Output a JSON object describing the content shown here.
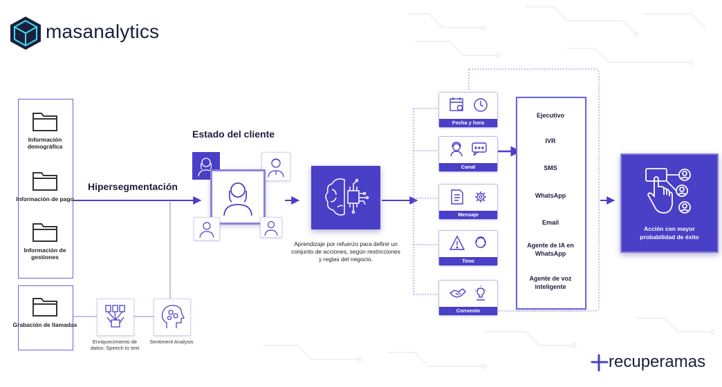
{
  "brand": {
    "name": "masanalytics",
    "partner": "recuperamas"
  },
  "sources": [
    {
      "label": "Información demográfica"
    },
    {
      "label": "Información de pago"
    },
    {
      "label": "Información de gestiones"
    },
    {
      "label": "Grabación de llamadas"
    }
  ],
  "enrichment": {
    "label": "Enriquecimiento de datos: Speech to text"
  },
  "sentiment": {
    "label": "Sentiment Analysis"
  },
  "hypersegmentation": {
    "label": "Hipersegmentación"
  },
  "client_state": {
    "label": "Estado del cliente"
  },
  "ai": {
    "caption": "Aprendizaje por refuerzo para definir un conjunto de acciones, según restricciones y reglas del negocio."
  },
  "channels": [
    {
      "label": "Fecha y hora"
    },
    {
      "label": "Canal"
    },
    {
      "label": "Mensaje"
    },
    {
      "label": "Tono"
    },
    {
      "label": "Convenio"
    }
  ],
  "actions": [
    {
      "label": "Ejecutivo"
    },
    {
      "label": "IVR"
    },
    {
      "label": "SMS"
    },
    {
      "label": "WhatsApp"
    },
    {
      "label": "Email"
    },
    {
      "label": "Agente de IA en WhatsApp"
    },
    {
      "label": "Agente de voz inteligente"
    }
  ],
  "result": {
    "label": "Acción con mayor probabilidad de éxito"
  },
  "colors": {
    "primary": "#4a3fc7",
    "accent": "#6b63d9",
    "line": "#5a4fd0"
  }
}
